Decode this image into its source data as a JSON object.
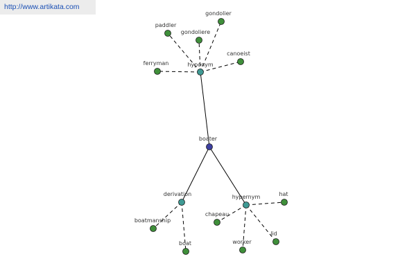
{
  "banner": {
    "url": "http://www.artikata.com"
  },
  "colors": {
    "root": "#3d3fa0",
    "relation": "#3f9a94",
    "leaf": "#3f8f3a",
    "edge": "#000000"
  },
  "graph": {
    "nodes": [
      {
        "id": "boater",
        "label": "boater",
        "kind": "root"
      },
      {
        "id": "hyponym",
        "label": "hyponym",
        "kind": "relation"
      },
      {
        "id": "derivation",
        "label": "derivation",
        "kind": "relation"
      },
      {
        "id": "hypernym",
        "label": "hypernym",
        "kind": "relation"
      },
      {
        "id": "paddler",
        "label": "paddler",
        "kind": "leaf"
      },
      {
        "id": "gondoliere",
        "label": "gondoliere",
        "kind": "leaf"
      },
      {
        "id": "gondolier",
        "label": "gondolier",
        "kind": "leaf"
      },
      {
        "id": "canoeist",
        "label": "canoeist",
        "kind": "leaf"
      },
      {
        "id": "ferryman",
        "label": "ferryman",
        "kind": "leaf"
      },
      {
        "id": "boatmanship",
        "label": "boatmanship",
        "kind": "leaf"
      },
      {
        "id": "boat",
        "label": "boat",
        "kind": "leaf"
      },
      {
        "id": "chapeau",
        "label": "chapeau",
        "kind": "leaf"
      },
      {
        "id": "worker",
        "label": "worker",
        "kind": "leaf"
      },
      {
        "id": "lid",
        "label": "lid",
        "kind": "leaf"
      },
      {
        "id": "hat",
        "label": "hat",
        "kind": "leaf"
      }
    ],
    "edges": [
      {
        "from": "boater",
        "to": "hyponym",
        "style": "solid"
      },
      {
        "from": "boater",
        "to": "derivation",
        "style": "solid"
      },
      {
        "from": "boater",
        "to": "hypernym",
        "style": "solid"
      },
      {
        "from": "hyponym",
        "to": "paddler",
        "style": "dashed"
      },
      {
        "from": "hyponym",
        "to": "gondoliere",
        "style": "dashed"
      },
      {
        "from": "hyponym",
        "to": "gondolier",
        "style": "dashed"
      },
      {
        "from": "hyponym",
        "to": "canoeist",
        "style": "dashed"
      },
      {
        "from": "hyponym",
        "to": "ferryman",
        "style": "dashed"
      },
      {
        "from": "derivation",
        "to": "boatmanship",
        "style": "dashed"
      },
      {
        "from": "derivation",
        "to": "boat",
        "style": "dashed"
      },
      {
        "from": "hypernym",
        "to": "chapeau",
        "style": "dashed"
      },
      {
        "from": "hypernym",
        "to": "worker",
        "style": "dashed"
      },
      {
        "from": "hypernym",
        "to": "lid",
        "style": "dashed"
      },
      {
        "from": "hypernym",
        "to": "hat",
        "style": "dashed"
      }
    ]
  }
}
